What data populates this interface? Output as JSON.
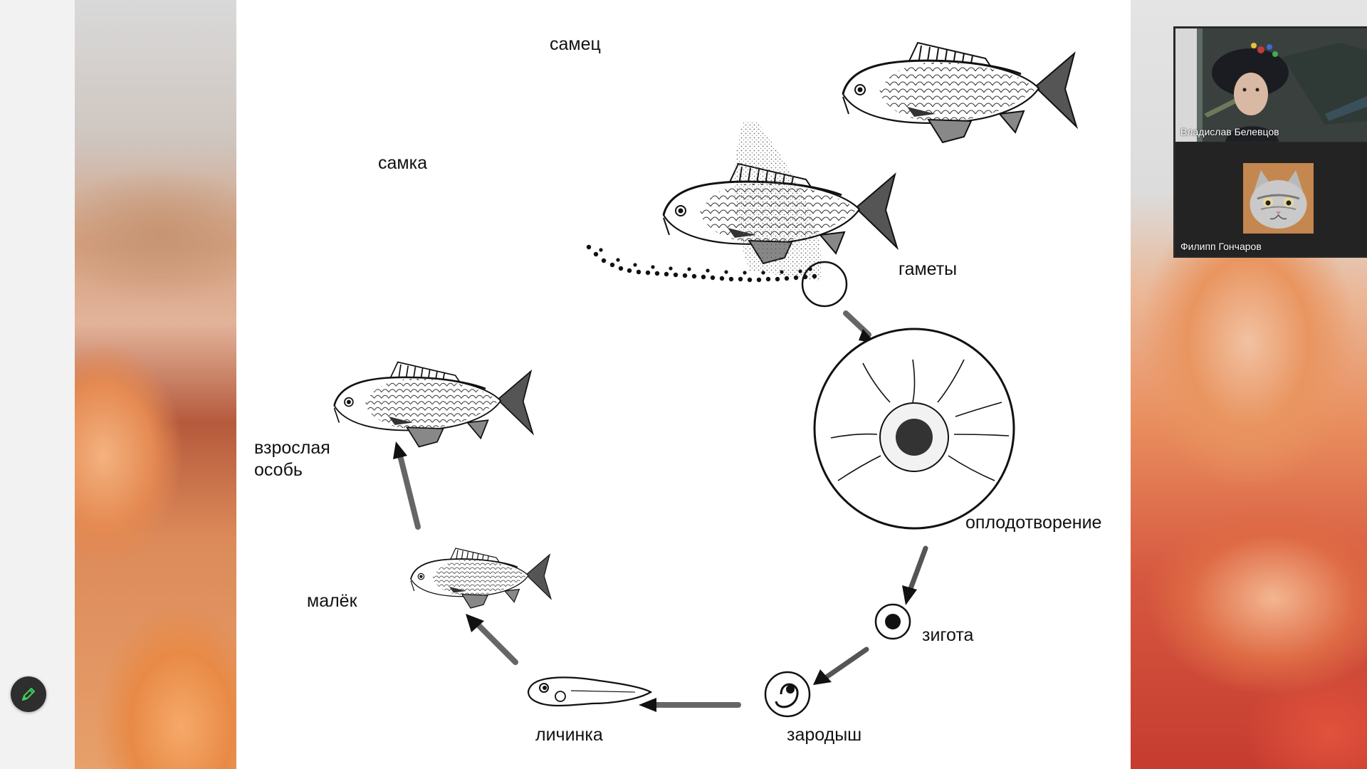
{
  "diagram": {
    "labels": {
      "male": "самец",
      "female": "самка",
      "gametes": "гаметы",
      "fertilization": "оплодотворение",
      "zygote": "зигота",
      "embryo": "зародыш",
      "larva": "личинка",
      "fry": "малёк",
      "adult_line1": "взрослая",
      "adult_line2": "особь"
    }
  },
  "participants": [
    {
      "name": "Владислав Белевцов"
    },
    {
      "name": "Филипп Гончаров"
    }
  ],
  "tools": {
    "pen_icon": "pen-icon",
    "accent_color": "#3ecf5a"
  },
  "colors": {
    "slide_bg": "#ffffff",
    "panel_bg": "#2a2a2a"
  }
}
